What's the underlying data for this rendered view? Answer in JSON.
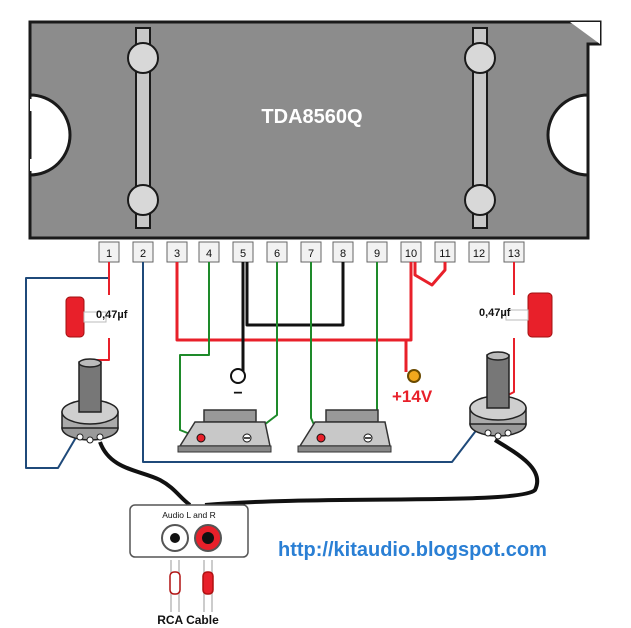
{
  "chip": {
    "name": "TDA8560Q",
    "body_color": "#8c8c8c"
  },
  "pins": [
    "1",
    "2",
    "3",
    "4",
    "5",
    "6",
    "7",
    "8",
    "9",
    "10",
    "11",
    "12",
    "13"
  ],
  "capacitors": {
    "left_label": "0,47µf",
    "right_label": "0,47µf",
    "color": "#e8202a"
  },
  "supply": {
    "label": "+14V",
    "ground_symbol": "−"
  },
  "speaker_polarity": {
    "plus": "+",
    "minus": "−"
  },
  "connector": {
    "label": "Audio L and R"
  },
  "cable": {
    "label": "RCA Cable"
  },
  "url": {
    "text": "http://kitaudio.blogspot.com",
    "color": "#2a7fd4"
  },
  "wire_colors": {
    "red": "#e8202a",
    "green": "#1e8a2a",
    "black": "#111111",
    "blue": "#1f4a7a"
  }
}
